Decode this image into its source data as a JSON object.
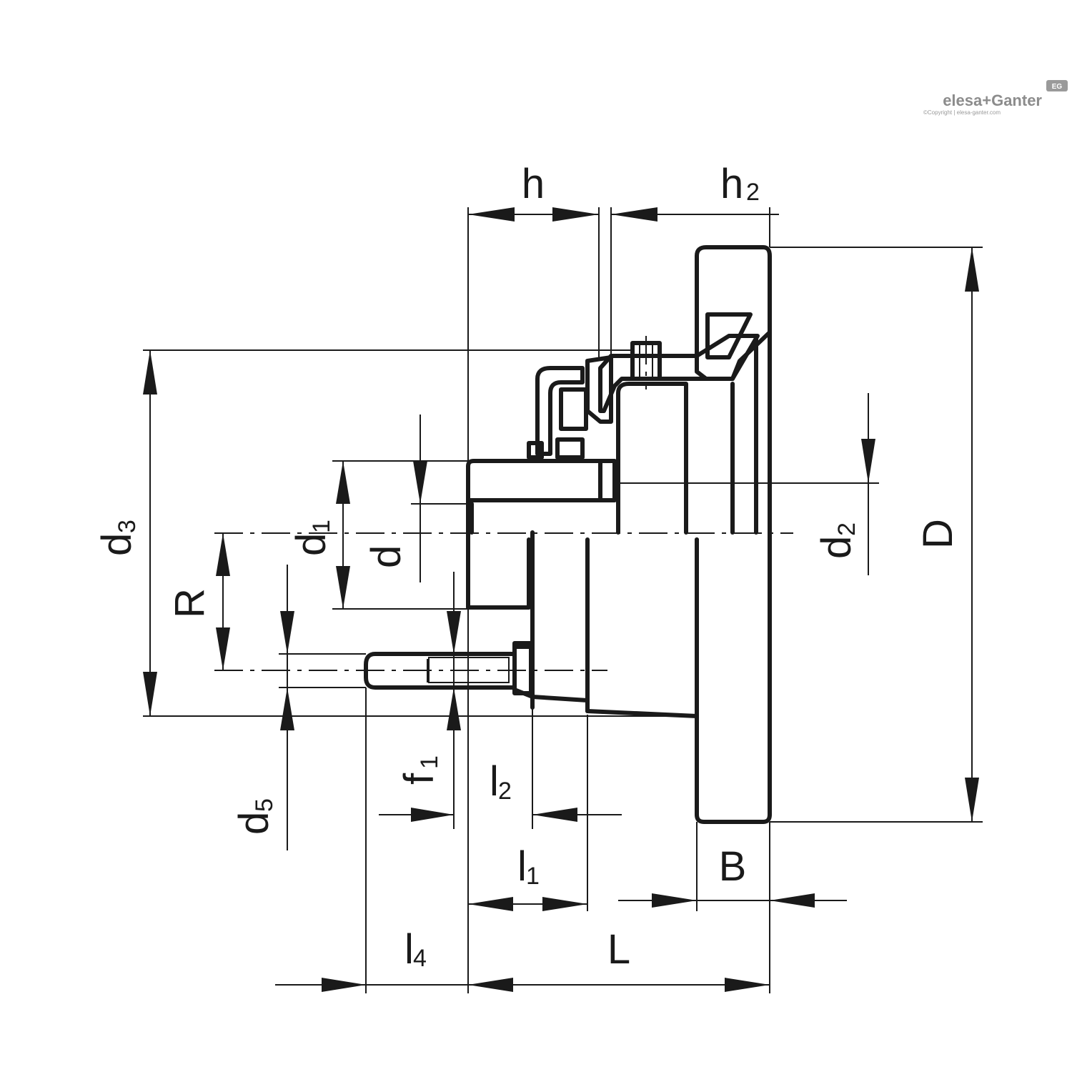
{
  "logo": {
    "brand": "elesa+Ganter",
    "copyright": "©Copyright | elesa-ganter.com",
    "badge": "EG"
  },
  "dimensions": [
    {
      "id": "h",
      "main": "h",
      "sub": ""
    },
    {
      "id": "h2",
      "main": "h",
      "sub": "2"
    },
    {
      "id": "d3",
      "main": "d",
      "sub": "3"
    },
    {
      "id": "d1",
      "main": "d",
      "sub": "1"
    },
    {
      "id": "d",
      "main": "d",
      "sub": ""
    },
    {
      "id": "R",
      "main": "R",
      "sub": ""
    },
    {
      "id": "d2",
      "main": "d",
      "sub": "2"
    },
    {
      "id": "D",
      "main": "D",
      "sub": ""
    },
    {
      "id": "d5",
      "main": "d",
      "sub": "5"
    },
    {
      "id": "f1",
      "main": "f",
      "sub": "1"
    },
    {
      "id": "l2",
      "main": "l",
      "sub": "2"
    },
    {
      "id": "l1",
      "main": "l",
      "sub": "1"
    },
    {
      "id": "B",
      "main": "B",
      "sub": ""
    },
    {
      "id": "l4",
      "main": "l",
      "sub": "4"
    },
    {
      "id": "L",
      "main": "L",
      "sub": ""
    }
  ]
}
